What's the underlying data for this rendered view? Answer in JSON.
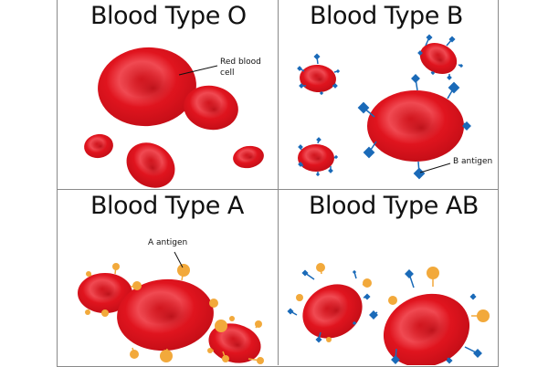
{
  "panels": [
    {
      "title": "Blood Type O",
      "callout": "Red blood\ncell"
    },
    {
      "title": "Blood Type B",
      "callout": "B antigen"
    },
    {
      "title": "Blood Type A",
      "callout": "A antigen"
    },
    {
      "title": "Blood Type AB"
    }
  ],
  "callouts": {
    "red_blood_cell_line1": "Red blood",
    "red_blood_cell_line2": "cell",
    "b_antigen": "B antigen",
    "a_antigen": "A antigen"
  },
  "colors": {
    "cell": "#e0141e",
    "cell_dark": "#b50d15",
    "cell_light": "#f0505a",
    "b_antigen": "#1a6ab8",
    "a_antigen": "#f2a93b"
  }
}
